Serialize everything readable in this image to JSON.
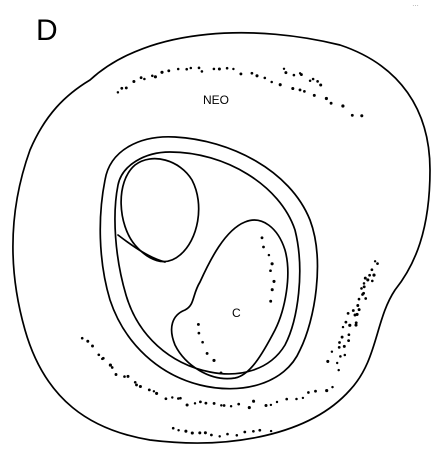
{
  "panel": {
    "letter": "D",
    "corner_mark": "…"
  },
  "labels": {
    "outer_region": "NEO",
    "inner_region": "C"
  },
  "colors": {
    "ink": "#000000",
    "background": "#ffffff"
  }
}
